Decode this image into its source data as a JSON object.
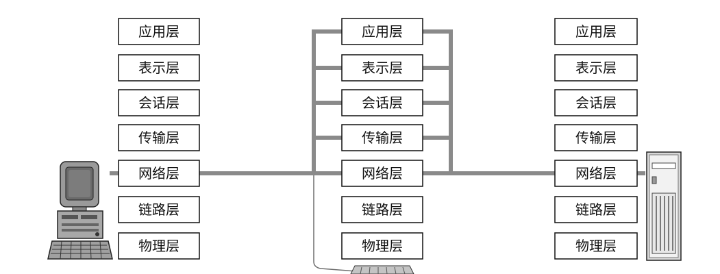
{
  "stacks": [
    {
      "id": "left-host",
      "layers": [
        "应用层",
        "表示层",
        "会话层",
        "传输层",
        "网络层",
        "链路层",
        "物理层"
      ]
    },
    {
      "id": "middle-router",
      "layers": [
        "应用层",
        "表示层",
        "会话层",
        "传输层",
        "网络层",
        "链路层",
        "物理层"
      ]
    },
    {
      "id": "right-server",
      "layers": [
        "应用层",
        "表示层",
        "会话层",
        "传输层",
        "网络层",
        "链路层",
        "物理层"
      ]
    }
  ],
  "devices": {
    "left": "desktop-computer-icon",
    "right": "tower-server-icon",
    "bottom": "network-switch-icon"
  },
  "colors": {
    "pipe": "#8a8a8a",
    "box_border": "#111111",
    "text": "#111111",
    "background": "#ffffff"
  }
}
